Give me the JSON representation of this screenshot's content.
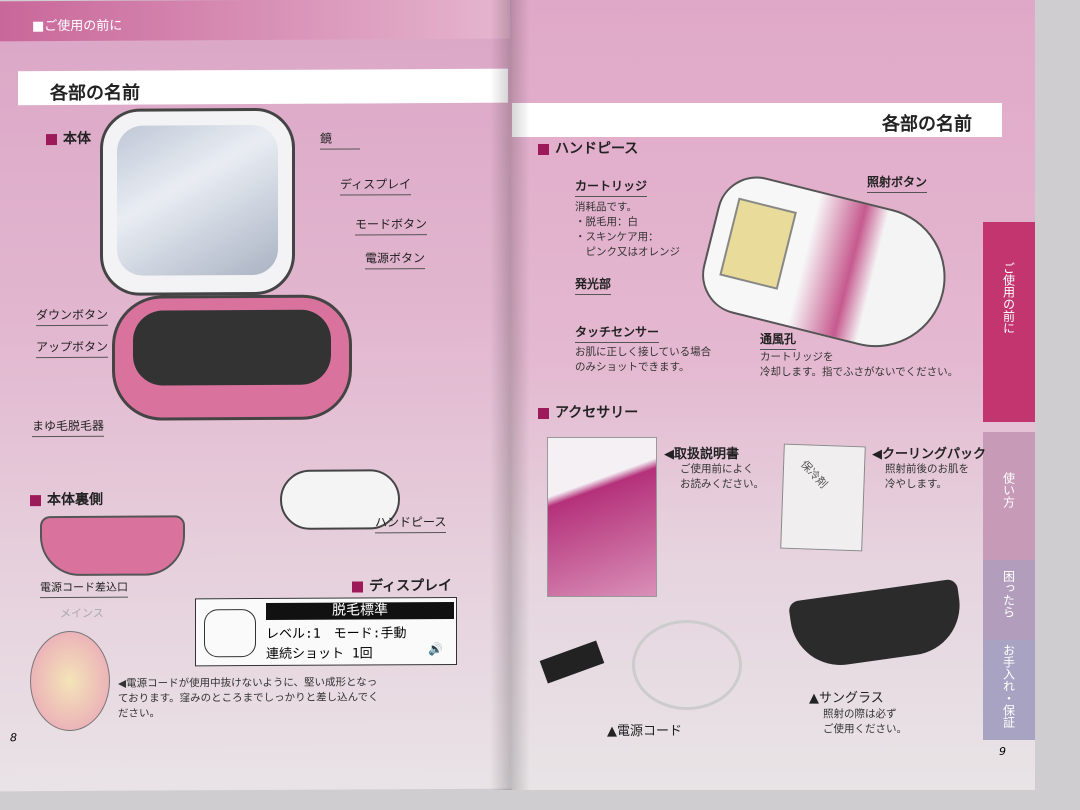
{
  "left": {
    "header": "■ご使用の前に",
    "title": "各部の名前",
    "body_section": "本体",
    "labels": [
      "鏡",
      "ディスプレイ",
      "モードボタン",
      "電源ボタン",
      "ダウンボタン",
      "アップボタン",
      "まゆ毛脱毛器",
      "ハンドピース"
    ],
    "back_section": "本体裏側",
    "back_label": "電源コード差込口",
    "back_label2": "メインス",
    "display_section": "ディスプレイ",
    "display": {
      "line1": "脱毛標準",
      "line2": "レベル:1　モード:手動",
      "line3": "連続ショット 1回",
      "sound_icon": "speaker-icon"
    },
    "cord_note": "◀電源コードが使用中抜けないように、堅い成形となっております。窪みのところまでしっかりと差し込んでください。",
    "page_number": "8"
  },
  "right": {
    "title": "各部の名前",
    "handpiece_section": "ハンドピース",
    "cartridge": {
      "label": "カートリッジ",
      "note": [
        "消耗品です。",
        "・脱毛用：白",
        "・スキンケア用：",
        "　ピンク又はオレンジ"
      ]
    },
    "emitter": "発光部",
    "touch": {
      "label": "タッチセンサー",
      "note": [
        "お肌に正しく接している場合",
        "のみショットできます。"
      ]
    },
    "fire_button": "照射ボタン",
    "vent": {
      "label": "通風孔",
      "note": [
        "カートリッジを",
        "冷却します。指でふさがないでください。"
      ]
    },
    "accessory_section": "アクセサリー",
    "manual": {
      "label": "◀取扱説明書",
      "note": [
        "ご使用前によく",
        "お読みください。"
      ]
    },
    "cooling": {
      "label": "◀クーリングパック",
      "note": [
        "照射前後のお肌を",
        "冷やします。"
      ],
      "pack_text": "保冷剤"
    },
    "cord": "▲電源コード",
    "sunglasses": {
      "label": "▲サングラス",
      "note": [
        "照射の際は必ず",
        "ご使用ください。"
      ]
    },
    "tabs": [
      {
        "label": "ご使用の前に",
        "color": "#c2356f"
      },
      {
        "label": "使い方",
        "color": "#c79ab8"
      },
      {
        "label": "困ったら",
        "color": "#b39dbd"
      },
      {
        "label": "お手入れ・保証",
        "color": "#a9a3c3"
      }
    ],
    "page_number": "9"
  },
  "colors": {
    "accent": "#9c1a5a",
    "pink": "#e2b0cb"
  }
}
